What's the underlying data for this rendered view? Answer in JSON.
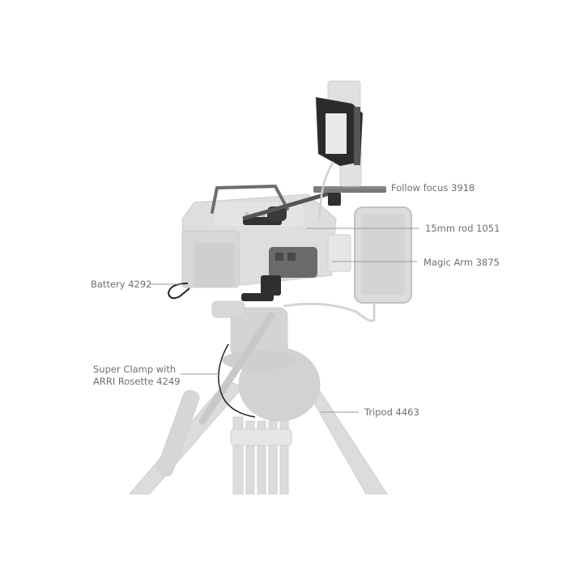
{
  "image": {
    "subject": "camera cage kit on tripod",
    "background": "#ffffff"
  },
  "callouts": [
    {
      "id": "follow-focus",
      "label": "Follow focus 3918"
    },
    {
      "id": "rod",
      "label": "15mm rod 1051"
    },
    {
      "id": "magic-arm",
      "label": "Magic Arm 3875"
    },
    {
      "id": "battery",
      "label": "Battery 4292"
    },
    {
      "id": "super-clamp",
      "label_line1": "Super Clamp with",
      "label_line2": "ARRI Rosette 4249"
    },
    {
      "id": "tripod",
      "label": "Tripod 4463"
    }
  ],
  "colors": {
    "label_text": "#6f6f6f",
    "leader_line": "#9a9a9a",
    "ghost_gear": "#d9d9d9",
    "ghost_gear_dark": "#c4c4c4",
    "accessory_dark": "#2b2b2b",
    "accessory_metal": "#6e6e6e"
  }
}
